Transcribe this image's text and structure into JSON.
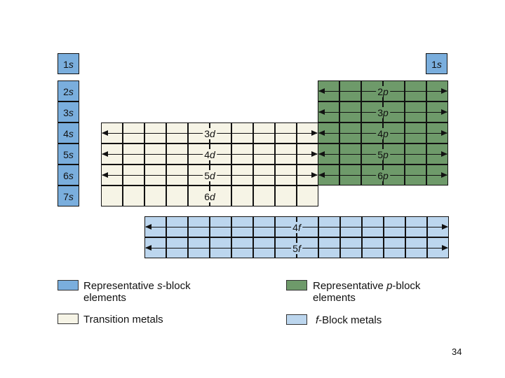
{
  "blocks": {
    "s": {
      "color": "#7aaedd",
      "top_orbital": {
        "n": "1",
        "l": "s"
      },
      "rows": [
        {
          "n": "2",
          "l": "s"
        },
        {
          "n": "3",
          "l": "s"
        },
        {
          "n": "4",
          "l": "s"
        },
        {
          "n": "5",
          "l": "s"
        },
        {
          "n": "6",
          "l": "s"
        },
        {
          "n": "7",
          "l": "s"
        }
      ]
    },
    "d": {
      "color": "#f6f4e6",
      "rows": [
        {
          "n": "3",
          "l": "d"
        },
        {
          "n": "4",
          "l": "d"
        },
        {
          "n": "5",
          "l": "d"
        },
        {
          "n": "6",
          "l": "d"
        }
      ]
    },
    "p": {
      "color": "#6e9a6a",
      "top_orbital": {
        "n": "1",
        "l": "s"
      },
      "rows": [
        {
          "n": "2",
          "l": "p"
        },
        {
          "n": "3",
          "l": "p"
        },
        {
          "n": "4",
          "l": "p"
        },
        {
          "n": "5",
          "l": "p"
        },
        {
          "n": "6",
          "l": "p"
        }
      ]
    },
    "f": {
      "color": "#bcd6ee",
      "rows": [
        {
          "n": "4",
          "l": "f"
        },
        {
          "n": "5",
          "l": "f"
        }
      ]
    }
  },
  "legend": {
    "s_block": {
      "pre": "Representative ",
      "italic": "s",
      "post": "-block",
      "line2": "elements"
    },
    "p_block": {
      "pre": "Representative ",
      "italic": "p",
      "post": "-block",
      "line2": "elements"
    },
    "transition": {
      "text": "Transition metals"
    },
    "f_block": {
      "italic": "f",
      "post": "-Block metals"
    }
  },
  "page_number": "34"
}
